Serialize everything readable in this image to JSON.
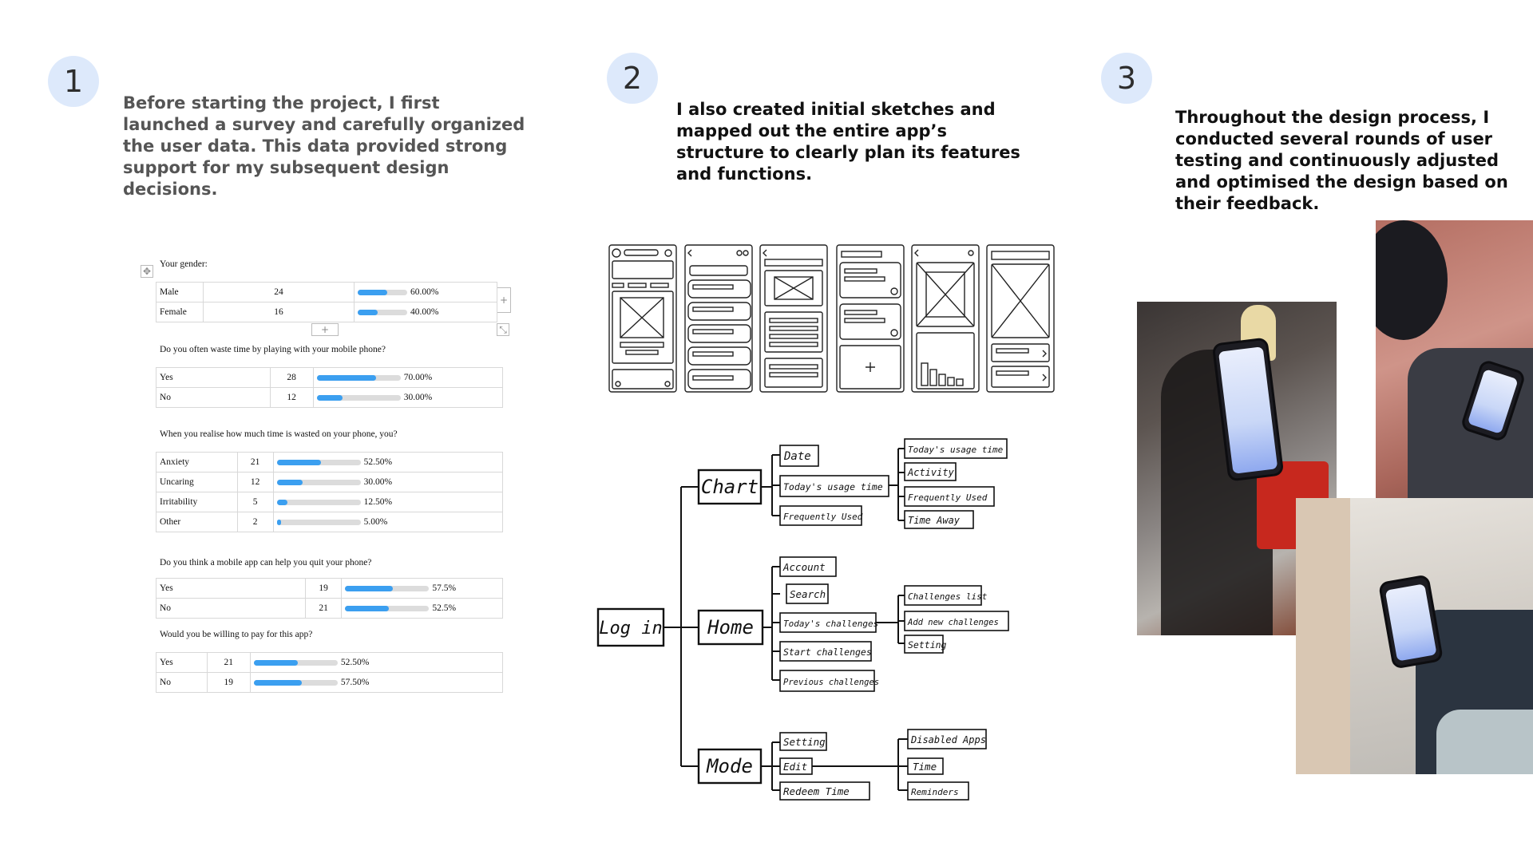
{
  "steps": [
    {
      "number": "1",
      "text": "Before starting the project, I first launched a survey and carefully organized the user data. This data provided strong support for my subsequent design decisions."
    },
    {
      "number": "2",
      "text": "I also created initial sketches and mapped out the entire app’s structure to clearly plan its features and functions."
    },
    {
      "number": "3",
      "text": "Throughout the design process, I conducted several rounds of user testing and continuously adjusted and optimised the design based on their feedback."
    }
  ],
  "survey": {
    "questions": [
      {
        "title": "Your gender:",
        "rows": [
          {
            "label": "Male",
            "count": "24",
            "pct": "60.00%",
            "value": 0.6
          },
          {
            "label": "Female",
            "count": "16",
            "pct": "40.00%",
            "value": 0.4
          }
        ]
      },
      {
        "title": "Do you often waste time by playing with your mobile phone?",
        "rows": [
          {
            "label": "Yes",
            "count": "28",
            "pct": "70.00%",
            "value": 0.7
          },
          {
            "label": "No",
            "count": "12",
            "pct": "30.00%",
            "value": 0.3
          }
        ]
      },
      {
        "title": "When you realise how much time is wasted on your phone, you?",
        "rows": [
          {
            "label": "Anxiety",
            "count": "21",
            "pct": "52.50%",
            "value": 0.525
          },
          {
            "label": "Uncaring",
            "count": "12",
            "pct": "30.00%",
            "value": 0.3
          },
          {
            "label": "Irritability",
            "count": "5",
            "pct": "12.50%",
            "value": 0.125
          },
          {
            "label": "Other",
            "count": "2",
            "pct": "5.00%",
            "value": 0.05
          }
        ]
      },
      {
        "title": "Do you think a mobile app can help you quit your phone?",
        "rows": [
          {
            "label": "Yes",
            "count": "19",
            "pct": "57.5%",
            "value": 0.575
          },
          {
            "label": "No",
            "count": "21",
            "pct": "52.5%",
            "value": 0.525
          }
        ]
      },
      {
        "title": "Would you be willing to pay for this app?",
        "rows": [
          {
            "label": "Yes",
            "count": "21",
            "pct": "52.50%",
            "value": 0.525
          },
          {
            "label": "No",
            "count": "19",
            "pct": "57.50%",
            "value": 0.575
          }
        ]
      }
    ]
  },
  "tree": {
    "root": "Log in",
    "branches": [
      {
        "label": "Chart",
        "children": [
          "Date",
          "Today's usage time",
          "Frequently Used"
        ],
        "sub": [
          "Today's usage time",
          "Activity",
          "Frequently Used",
          "Time Away"
        ]
      },
      {
        "label": "Home",
        "children": [
          "Account",
          "Search",
          "Today's challenges",
          "Start challenges",
          "Previous challenges"
        ],
        "sub": [
          "Challenges list",
          "Add new challenges",
          "Setting"
        ]
      },
      {
        "label": "Mode",
        "children": [
          "Setting",
          "Edit",
          "Redeem Time"
        ],
        "sub": [
          "Disabled Apps",
          "Time",
          "Reminders"
        ]
      }
    ]
  },
  "colors": {
    "badge": "#dde9fb",
    "bar": "#3b9ff0",
    "bar_track": "#dcdcdc"
  }
}
